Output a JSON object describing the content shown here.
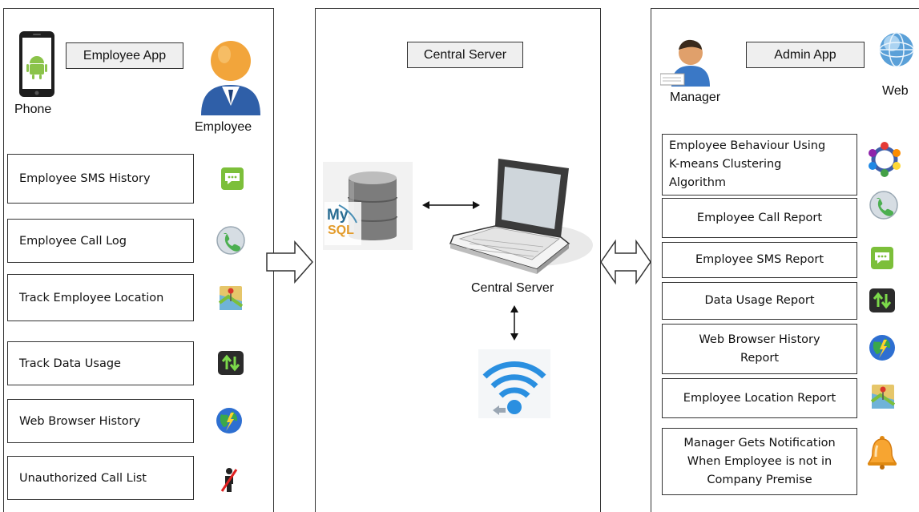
{
  "left_panel": {
    "title": "Employee App",
    "phone_label": "Phone",
    "employee_label": "Employee",
    "items": [
      {
        "label": "Employee SMS History",
        "icon": "sms-icon"
      },
      {
        "label": "Employee Call Log",
        "icon": "phone-call-icon"
      },
      {
        "label": "Track Employee Location",
        "icon": "map-pin-icon"
      },
      {
        "label": "Track Data Usage",
        "icon": "data-arrows-icon"
      },
      {
        "label": "Web Browser History",
        "icon": "browser-globe-icon"
      },
      {
        "label": "Unauthorized Call List",
        "icon": "blocked-person-icon"
      }
    ]
  },
  "center_panel": {
    "title": "Central Server",
    "server_label": "Central Server",
    "database_label_top": "My",
    "database_label_bottom": "SQL"
  },
  "right_panel": {
    "title": "Admin App",
    "manager_label": "Manager",
    "web_label": "Web",
    "reports": [
      {
        "lines": [
          "Employee Behaviour Using",
          "K-means Clustering",
          "Algorithm"
        ],
        "icon": "clustering-icon"
      },
      {
        "lines": [
          "Employee Call Report"
        ],
        "icon": "phone-call-icon"
      },
      {
        "lines": [
          "Employee SMS Report"
        ],
        "icon": "sms-icon"
      },
      {
        "lines": [
          "Data Usage Report"
        ],
        "icon": "data-arrows-icon"
      },
      {
        "lines": [
          "Web Browser History",
          "Report"
        ],
        "icon": "browser-globe-icon"
      },
      {
        "lines": [
          "Employee Location Report"
        ],
        "icon": "map-pin-icon"
      },
      {
        "lines": [
          "Manager Gets Notification",
          "When Employee is not in",
          "Company Premise"
        ],
        "icon": "bell-icon"
      }
    ]
  },
  "colors": {
    "border": "#333333",
    "title_bg": "#efefef",
    "android_green": "#8bc34a",
    "employee_blue": "#2f5fa8",
    "wifi_blue": "#2a8fe0"
  }
}
